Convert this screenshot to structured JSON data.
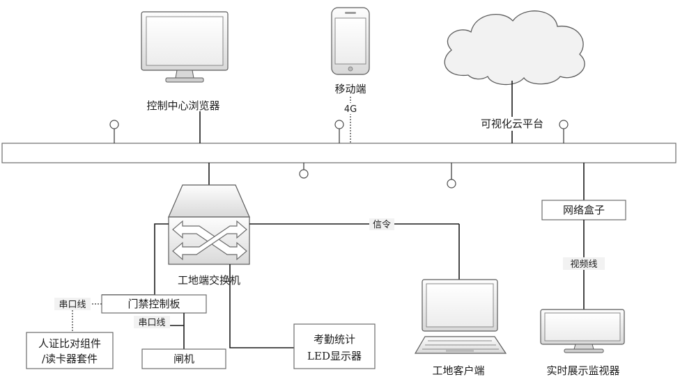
{
  "nodes": {
    "browser": "控制中心浏览器",
    "mobile": "移动端",
    "link_4g": "4G",
    "cloud": "可视化云平台",
    "switch": "工地端交换机",
    "net_box": "网络盒子",
    "video_line": "视频线",
    "signal": "信令",
    "client": "工地客户端",
    "monitor": "实时展示监视器",
    "access_board": "门禁控制板",
    "serial_1": "串口线",
    "serial_2": "串口线",
    "id_kit_line1": "人证比对组件",
    "id_kit_line2": "/读卡器套件",
    "gate": "闸机",
    "led_line1": "考勤统计",
    "led_line2": "LED显示器"
  }
}
